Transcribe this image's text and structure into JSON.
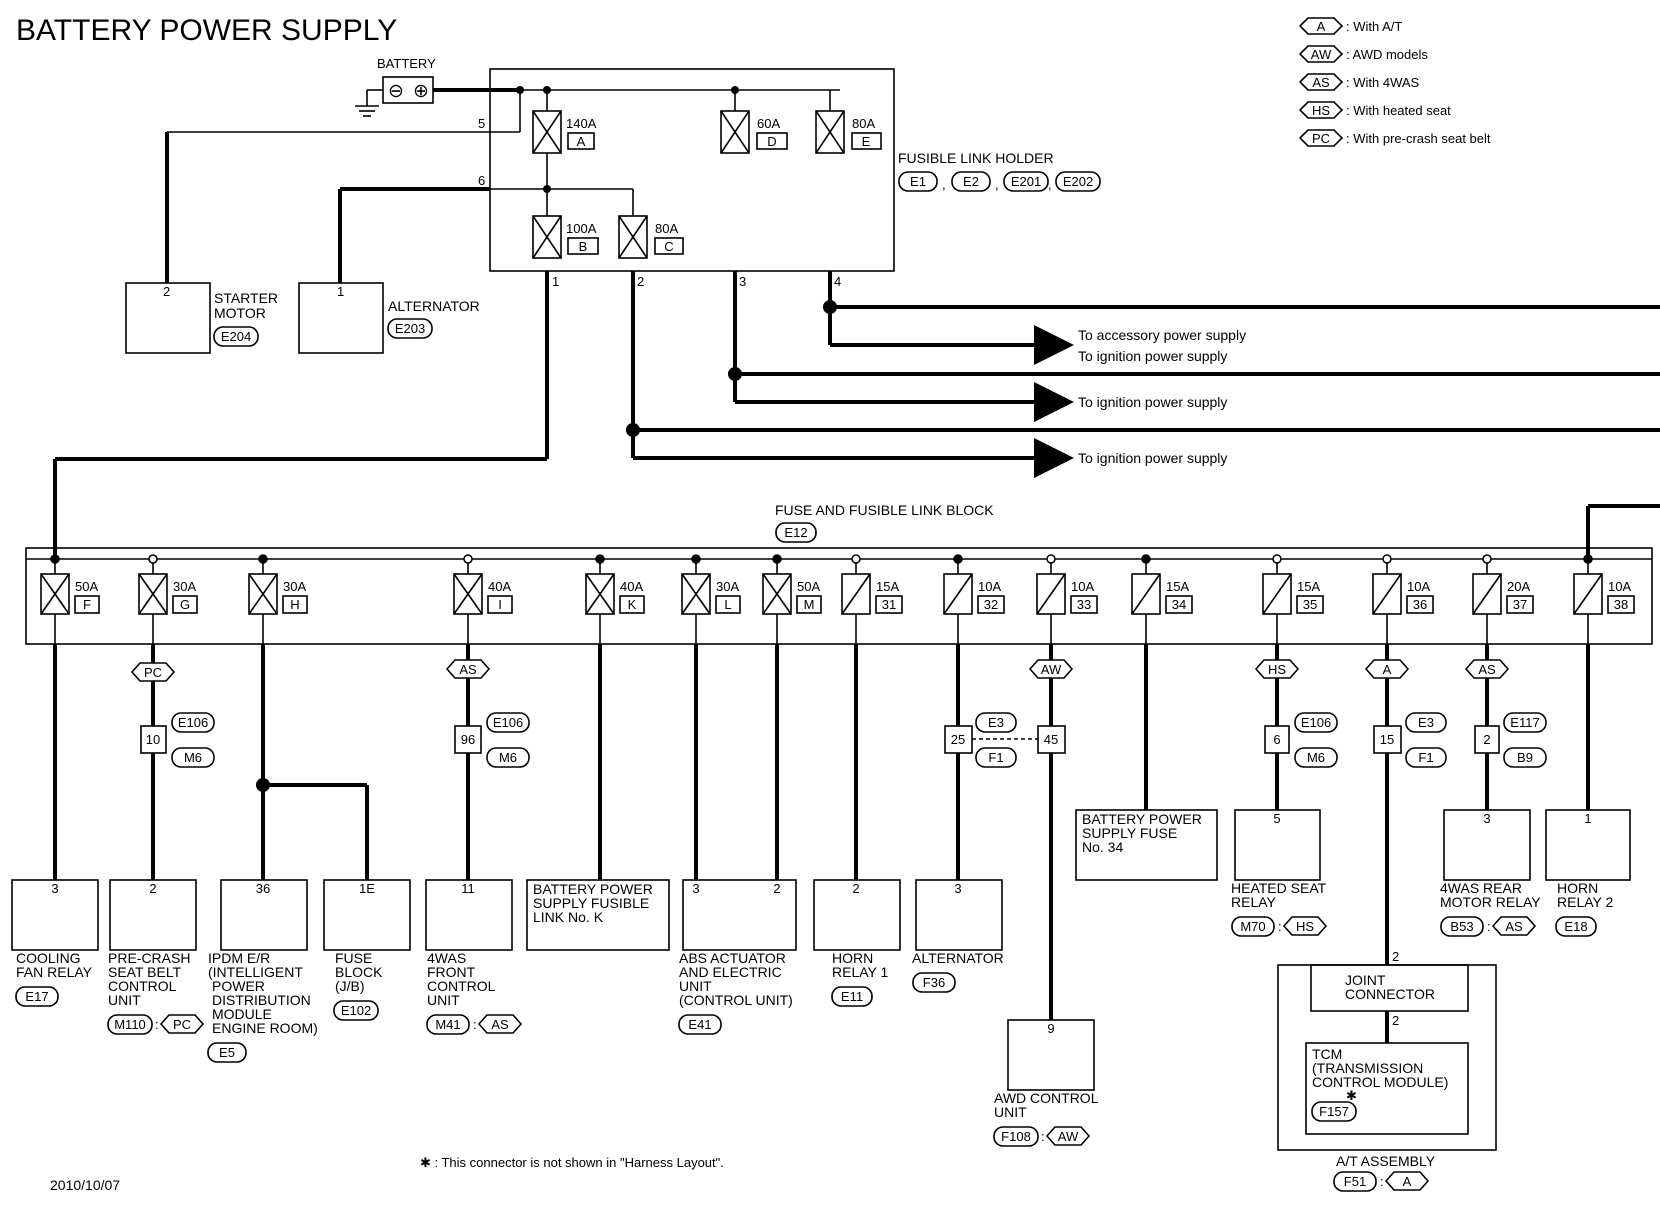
{
  "title": "BATTERY POWER SUPPLY",
  "date": "2010/10/07",
  "footnote": "✱ : This connector is not shown in \"Harness Layout\".",
  "legend": [
    {
      "code": "A",
      "text": ": With A/T"
    },
    {
      "code": "AW",
      "text": ": AWD models"
    },
    {
      "code": "AS",
      "text": ": With 4WAS"
    },
    {
      "code": "HS",
      "text": ": With heated seat"
    },
    {
      "code": "PC",
      "text": ": With pre-crash seat belt"
    }
  ],
  "battery": {
    "label": "BATTERY",
    "neg": "⊖",
    "pos": "⊕"
  },
  "holder": {
    "label": "FUSIBLE LINK HOLDER",
    "connectors": [
      "E1",
      "E2",
      "E201",
      "E202"
    ],
    "fuses": [
      {
        "amp": "140A",
        "letter": "A"
      },
      {
        "amp": "60A",
        "letter": "D"
      },
      {
        "amp": "80A",
        "letter": "E"
      },
      {
        "amp": "100A",
        "letter": "B"
      },
      {
        "amp": "80A",
        "letter": "C"
      }
    ],
    "pins": [
      "5",
      "6",
      "1",
      "2",
      "3",
      "4"
    ]
  },
  "starter": {
    "label1": "STARTER",
    "label2": "MOTOR",
    "pin": "2",
    "conn": "E204"
  },
  "alternator_top": {
    "label": "ALTERNATOR",
    "pin": "1",
    "conn": "E203"
  },
  "arrows": [
    "To accessory power supply",
    "To ignition power supply",
    "To ignition power supply",
    "To ignition power supply"
  ],
  "block": {
    "label": "FUSE AND FUSIBLE LINK BLOCK",
    "conn": "E12",
    "fuses": [
      {
        "amp": "50A",
        "id": "F"
      },
      {
        "amp": "30A",
        "id": "G"
      },
      {
        "amp": "30A",
        "id": "H"
      },
      {
        "amp": "40A",
        "id": "I"
      },
      {
        "amp": "40A",
        "id": "K"
      },
      {
        "amp": "30A",
        "id": "L"
      },
      {
        "amp": "50A",
        "id": "M"
      },
      {
        "amp": "15A",
        "id": "31"
      },
      {
        "amp": "10A",
        "id": "32"
      },
      {
        "amp": "10A",
        "id": "33"
      },
      {
        "amp": "15A",
        "id": "34"
      },
      {
        "amp": "15A",
        "id": "35"
      },
      {
        "amp": "10A",
        "id": "36"
      },
      {
        "amp": "20A",
        "id": "37"
      },
      {
        "amp": "10A",
        "id": "38"
      }
    ]
  },
  "options": {
    "pc": "PC",
    "as": "AS",
    "aw": "AW",
    "hs": "HS",
    "a": "A"
  },
  "splices": [
    {
      "pin": "10",
      "c1": "E106",
      "c2": "M6"
    },
    {
      "pin": "96",
      "c1": "E106",
      "c2": "M6"
    },
    {
      "pin": "25",
      "c1": "E3",
      "c2": "F1"
    },
    {
      "pin": "45"
    },
    {
      "pin": "6",
      "c1": "E106",
      "c2": "M6"
    },
    {
      "pin": "15",
      "c1": "E3",
      "c2": "F1"
    },
    {
      "pin": "2",
      "c1": "E117",
      "c2": "B9"
    }
  ],
  "components": [
    {
      "pin": "3",
      "lines": [
        "COOLING",
        "FAN RELAY"
      ],
      "conn": "E17"
    },
    {
      "pin": "2",
      "lines": [
        "PRE-CRASH",
        "SEAT BELT",
        "CONTROL",
        "UNIT"
      ],
      "conn": "M110",
      "opt": "PC"
    },
    {
      "pin": "36",
      "lines": [
        "IPDM E/R",
        "(INTELLIGENT",
        "POWER",
        "DISTRIBUTION",
        "MODULE",
        "ENGINE ROOM)"
      ],
      "conn": "E5"
    },
    {
      "pin": "1E",
      "lines": [
        "FUSE",
        "BLOCK",
        "(J/B)"
      ],
      "conn": "E102"
    },
    {
      "pin": "11",
      "lines": [
        "4WAS",
        "FRONT",
        "CONTROL",
        "UNIT"
      ],
      "conn": "M41",
      "opt": "AS"
    },
    {
      "lines": [
        "BATTERY POWER",
        "SUPPLY FUSIBLE",
        "LINK No. K"
      ]
    },
    {
      "pin": "3",
      "pin2": "2",
      "lines": [
        "ABS ACTUATOR",
        "AND ELECTRIC",
        "UNIT",
        "(CONTROL UNIT)"
      ],
      "conn": "E41"
    },
    {
      "pin": "2",
      "lines": [
        "HORN",
        "RELAY 1"
      ],
      "conn": "E11"
    },
    {
      "pin": "3",
      "lines": [
        "ALTERNATOR"
      ],
      "conn": "F36"
    },
    {
      "pin": "9",
      "lines": [
        "AWD CONTROL",
        "UNIT"
      ],
      "conn": "F108",
      "opt": "AW"
    },
    {
      "lines": [
        "BATTERY POWER",
        "SUPPLY FUSE",
        "No. 34"
      ]
    },
    {
      "pin": "5",
      "lines": [
        "HEATED SEAT",
        "RELAY"
      ],
      "conn": "M70",
      "opt": "HS"
    },
    {
      "pin": "3",
      "lines": [
        "4WAS REAR",
        "MOTOR RELAY"
      ],
      "conn": "B53",
      "opt": "AS"
    },
    {
      "pin": "1",
      "lines": [
        "HORN",
        "RELAY 2"
      ],
      "conn": "E18"
    }
  ],
  "at_assembly": {
    "label": "A/T ASSEMBLY",
    "conn": "F51",
    "opt": "A",
    "joint": [
      "JOINT",
      "CONNECTOR"
    ],
    "tcm": [
      "TCM",
      "(TRANSMISSION",
      "CONTROL MODULE)"
    ],
    "tcm_conn": "F157",
    "star": "✱",
    "pin_in": "2",
    "pin_tcm": "2"
  }
}
